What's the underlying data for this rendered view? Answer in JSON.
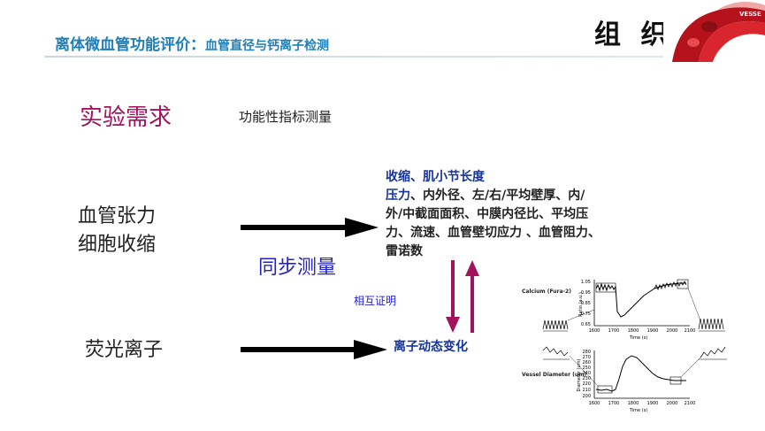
{
  "header": {
    "title_main": "离体微血管功能评价：",
    "title_sub": "血管直径与钙离子检测",
    "brand": "组 织",
    "logo_text": "VESSE"
  },
  "requirement": {
    "label": "实验需求",
    "detail": "功能性指标测量"
  },
  "left": {
    "tension_line1": "血管张力",
    "tension_line2": "细胞收缩",
    "fluor": "荧光离子"
  },
  "middle": {
    "sync": "同步测量",
    "mutual": "相互证明"
  },
  "metrics": {
    "line1": "收缩、肌小节长度",
    "line2a": "压力",
    "line2b": "、内外径、左/右/平均壁厚、内/",
    "line3": "外/中截面面积、中膜内径比、平均压",
    "line4": "力、流速、血管壁切应力 、血管阻力、",
    "line5": "雷诺数"
  },
  "ion_change": "离子动态变化",
  "colors": {
    "title": "#1e7fb8",
    "accent_magenta": "#a3125d",
    "sync_blue": "#2222cc",
    "dark_blue": "#15339c"
  },
  "figure": {
    "top": {
      "label": "Calcium (Fura-2)",
      "ylabel": "Ratio (a.u.)",
      "xlabel": "Time (s)",
      "yticks": [
        "1.05",
        "0.95",
        "0.85",
        "0.75",
        "0.65"
      ],
      "xticks": [
        "1600",
        "1700",
        "1800",
        "1900",
        "2000",
        "2100"
      ]
    },
    "bottom": {
      "label": "Vessel Diameter (um)",
      "ylabel": "Diameter (um)",
      "xlabel": "Time (s)",
      "yticks": [
        "280",
        "270",
        "260",
        "250",
        "240",
        "230",
        "220",
        "210",
        "200"
      ],
      "xticks": [
        "1600",
        "1700",
        "1800",
        "1900",
        "2000",
        "2100"
      ]
    }
  }
}
